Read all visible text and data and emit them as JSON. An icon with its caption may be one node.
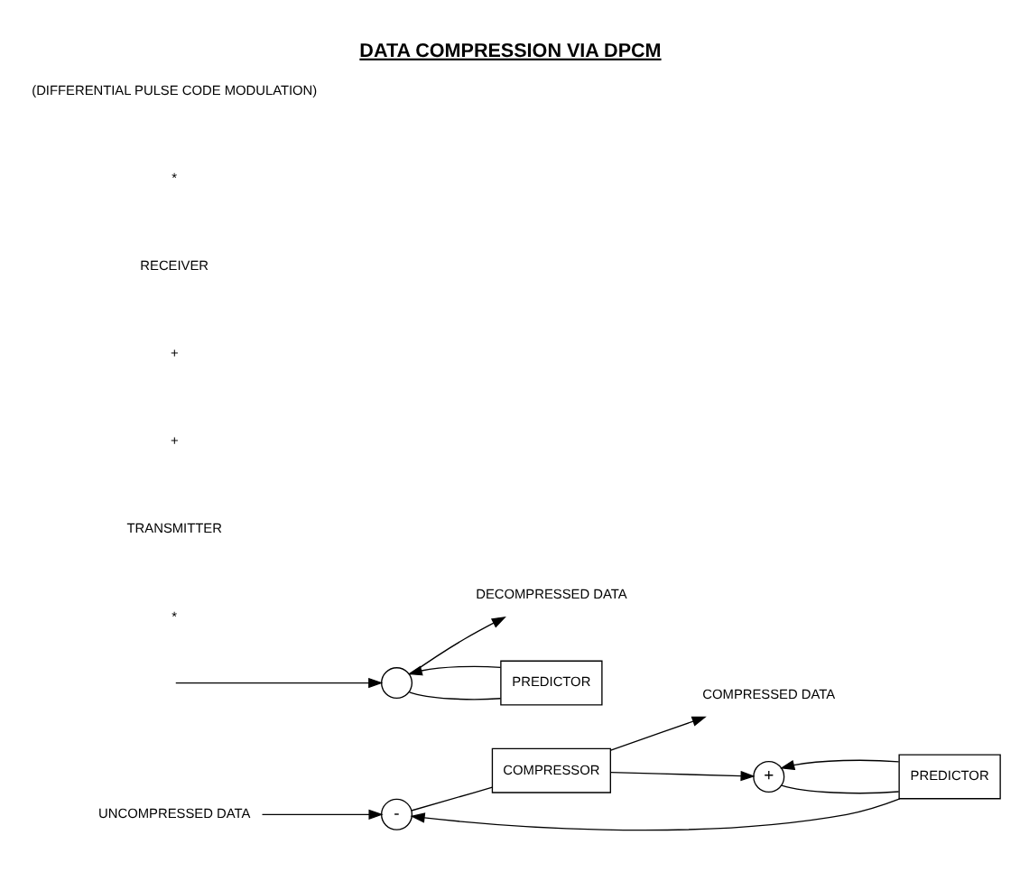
{
  "diagram": {
    "title": "DATA COMPRESSION VIA DPCM",
    "nodes": [
      {
        "text": [
          "UNCOMPRESSED DATA"
        ]
      },
      {
        "text": [
          "-"
        ]
      },
      {
        "text": [
          "COMPRESSOR"
        ]
      },
      {
        "text": [
          "COMPRESSED DATA"
        ]
      },
      {
        "text": [
          "+"
        ]
      },
      {
        "text": [
          "PREDICTOR"
        ]
      },
      {
        "text": [],
        "shape": "circle"
      },
      {
        "text": [
          "DECOMPRESSED DATA"
        ]
      },
      {
        "text": [
          "PREDICTOR"
        ]
      }
    ],
    "edges": [
      {
        "from": 0,
        "to": 1,
        "arrow": "to"
      },
      {
        "from": 1,
        "to": 2,
        "arrow": "none"
      },
      {
        "from": 2,
        "to": 3,
        "arrow": "to"
      },
      {
        "from": 2,
        "to": 4,
        "arrow": "to"
      },
      {
        "from": 4,
        "to": 5,
        "arrow": "none"
      },
      {
        "from": 5,
        "to": 1,
        "arrow": "to"
      },
      {
        "from": 5,
        "to": 4,
        "arrow": "to"
      },
      {
        "from": null,
        "to": 6,
        "arrow": "to"
      },
      {
        "from": 6,
        "to": 7,
        "arrow": "to"
      },
      {
        "from": 6,
        "to": 8,
        "arrow": "none"
      },
      {
        "from": 8,
        "to": 6,
        "arrow": "to"
      }
    ],
    "labels": [
      "*",
      "TRANSMITTER",
      "+",
      "+",
      "RECEIVER",
      "*",
      "(DIFFERENTIAL PULSE CODE MODULATION)"
    ]
  }
}
